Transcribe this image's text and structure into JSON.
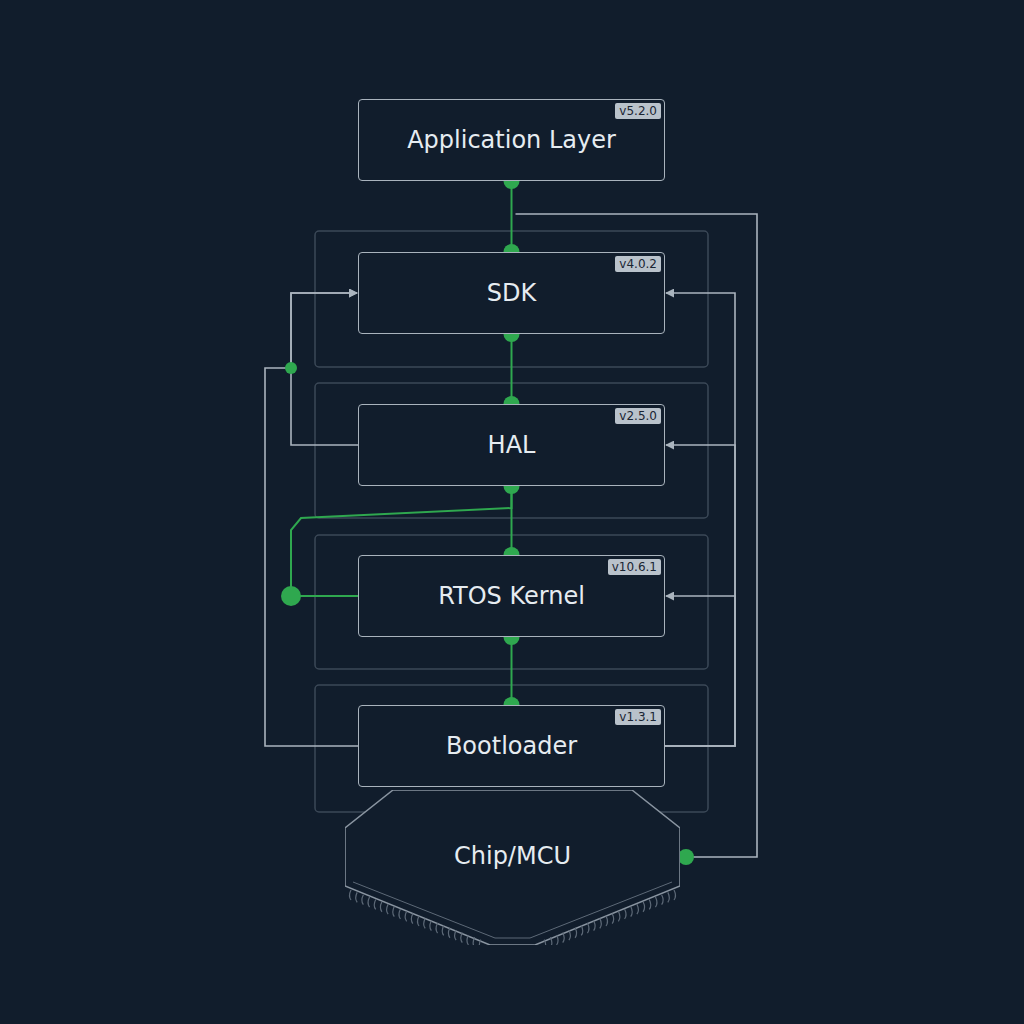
{
  "diagram": {
    "nodes": [
      {
        "text": [
          "Application Layer",
          "v5.2.0"
        ]
      },
      {
        "text": [
          "SDK",
          "v4.0.2"
        ]
      },
      {
        "text": [
          "HAL",
          "v2.5.0"
        ]
      },
      {
        "text": [
          "RTOS Kernel",
          "v10.6.1"
        ]
      },
      {
        "text": [
          "Bootloader",
          "v1.3.1"
        ]
      },
      {
        "text": [
          "Chip/MCU"
        ]
      }
    ],
    "edges": [
      {
        "from": 0,
        "to": 1,
        "arrow": "none"
      },
      {
        "from": 1,
        "to": 2,
        "arrow": "none"
      },
      {
        "from": 2,
        "to": 3,
        "arrow": "none"
      },
      {
        "from": 3,
        "to": 4,
        "arrow": "none"
      },
      {
        "from": 2,
        "to": 1,
        "arrow": "to"
      },
      {
        "from": 4,
        "to": 1,
        "arrow": "to"
      },
      {
        "from": 4,
        "to": 2,
        "arrow": "to"
      },
      {
        "from": 4,
        "to": 3,
        "arrow": "to"
      },
      {
        "from": 0,
        "to": 5,
        "arrow": "none"
      },
      {
        "from": 2,
        "to": 3,
        "arrow": "none"
      },
      {
        "from": 4,
        "to": 1,
        "arrow": "to"
      }
    ]
  }
}
